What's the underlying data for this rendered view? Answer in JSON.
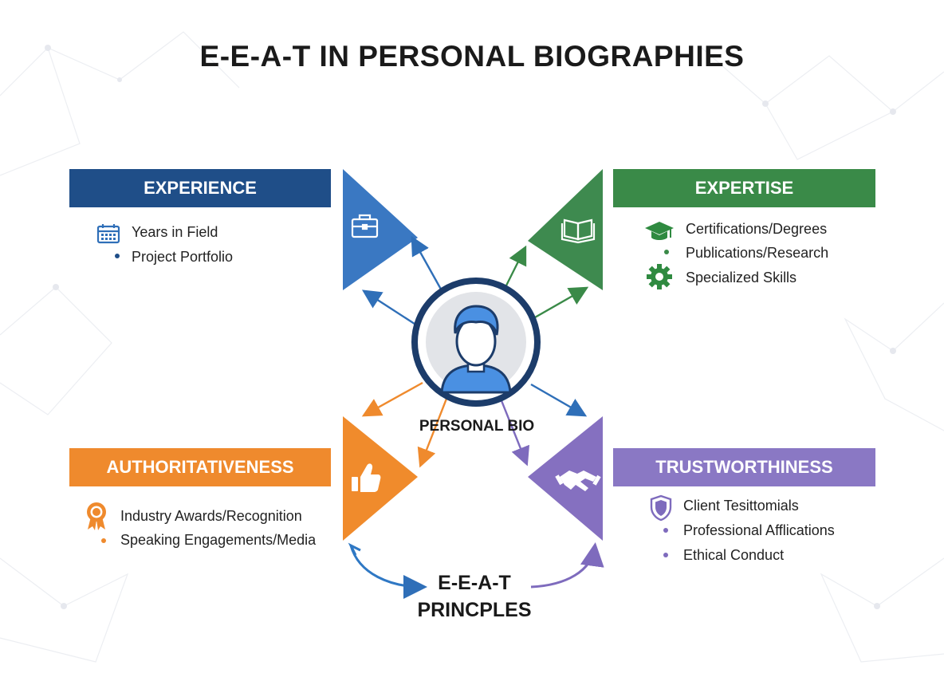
{
  "title": "E-E-A-T IN PERSONAL BIOGRAPHIES",
  "center": {
    "label": "PERSONAL BIO",
    "icon": "person-avatar-icon"
  },
  "footer": {
    "line1": "E-E-A-T",
    "line2": "PRINCPLES"
  },
  "experience": {
    "header": "EXPERIENCE",
    "color": "#1f4e88",
    "triangle_color": "#3a78c2",
    "triangle_icon": "briefcase-icon",
    "items": [
      {
        "label": "Years in Field",
        "icon": "calendar-icon"
      },
      {
        "label": "Project Portfolio",
        "icon": "bullet"
      }
    ]
  },
  "expertise": {
    "header": "EXPERTISE",
    "color": "#3a8a48",
    "triangle_color": "#3e8a4f",
    "triangle_icon": "book-icon",
    "items": [
      {
        "label": "Certifications/Degrees",
        "icon": "graduation-cap-icon"
      },
      {
        "label": "Publications/Research",
        "icon": "bullet"
      },
      {
        "label": "Specialized Skills",
        "icon": "gear-icon"
      }
    ]
  },
  "authoritativeness": {
    "header": "AUTHORITATIVENESS",
    "color": "#ef8a2d",
    "triangle_color": "#f08b2c",
    "triangle_icon": "thumbs-up-icon",
    "items": [
      {
        "label": "Industry Awards/Recognition",
        "icon": "award-ribbon-icon"
      },
      {
        "label": "Speaking Engagements/Media",
        "icon": "bullet"
      }
    ]
  },
  "trustworthiness": {
    "header": "TRUSTWORTHINESS",
    "color": "#8a78c4",
    "triangle_color": "#8570c0",
    "triangle_icon": "handshake-icon",
    "items": [
      {
        "label": "Client Tesittomials",
        "icon": "shield-icon"
      },
      {
        "label": "Professional Afflications",
        "icon": "bullet"
      },
      {
        "label": "Ethical Conduct",
        "icon": "bullet"
      }
    ]
  }
}
